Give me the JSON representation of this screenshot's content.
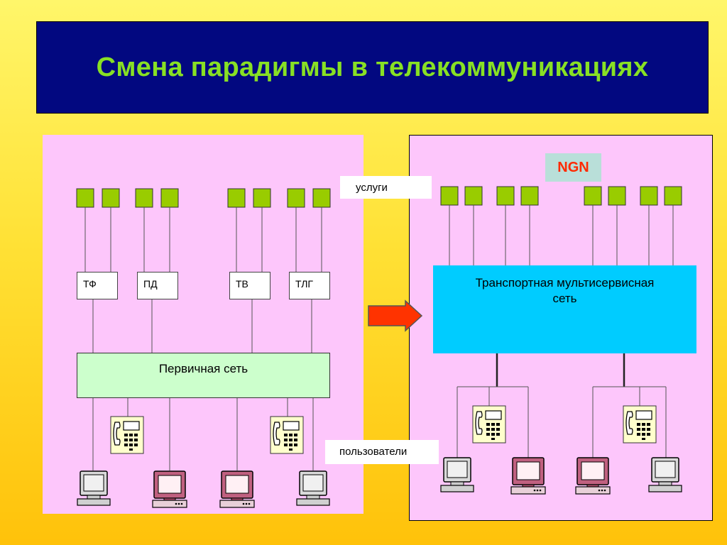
{
  "title": "Смена парадигмы в телекоммуникациях",
  "labels": {
    "services": "услуги",
    "users": "пользователи",
    "ngn": "NGN"
  },
  "left_network": {
    "service_networks": [
      "ТФ",
      "ПД",
      "ТВ",
      "ТЛГ"
    ],
    "primary_network": "Первичная сеть"
  },
  "right_network": {
    "transport_network": "Транспортная мультисервисная сеть"
  },
  "colors": {
    "title_bg": "#020880",
    "title_text": "#88e024",
    "panel_bg": "#fdc6fb",
    "service_square": "#99cc00",
    "primary_network": "#ccffcc",
    "transport_network": "#00ccff",
    "arrow": "#ff3300",
    "ngn_text": "#ff2a00"
  },
  "icons": [
    "telephone-icon",
    "computer-icon",
    "arrow-right-icon"
  ]
}
